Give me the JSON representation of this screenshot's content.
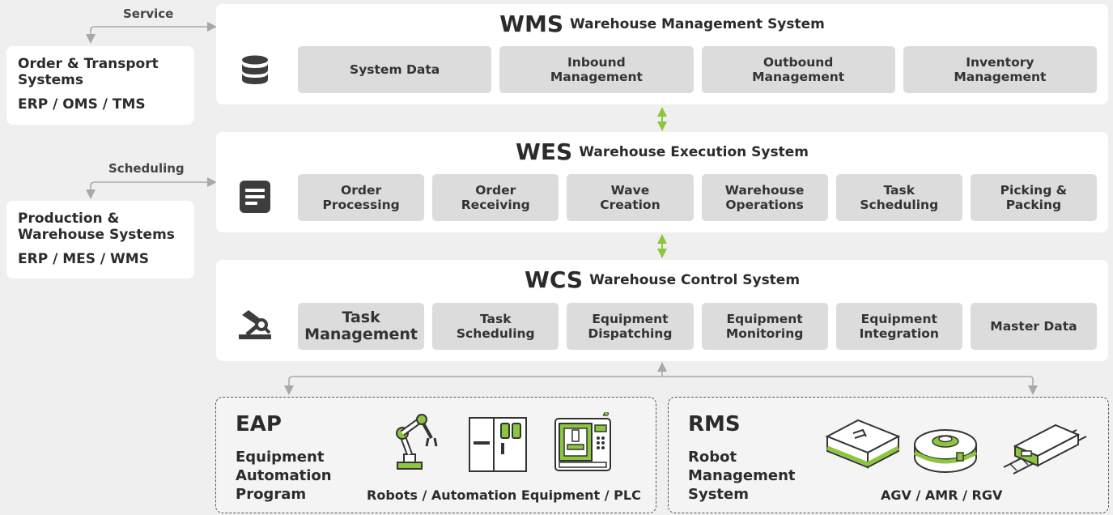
{
  "left": {
    "service_label": "Service",
    "scheduling_label": "Scheduling",
    "box1": {
      "title": "Order & Transport\nSystems",
      "subtitle": "ERP / OMS / TMS"
    },
    "box2": {
      "title": "Production &\nWarehouse Systems",
      "subtitle": "ERP / MES / WMS"
    }
  },
  "wms": {
    "abbr": "WMS",
    "full": "Warehouse Management System",
    "icon": "database-icon",
    "modules": [
      "System Data",
      "Inbound\nManagement",
      "Outbound\nManagement",
      "Inventory\nManagement"
    ]
  },
  "wes": {
    "abbr": "WES",
    "full": "Warehouse Execution System",
    "icon": "document-icon",
    "modules": [
      "Order\nProcessing",
      "Order\nReceiving",
      "Wave\nCreation",
      "Warehouse\nOperations",
      "Task\nScheduling",
      "Picking &\nPacking"
    ]
  },
  "wcs": {
    "abbr": "WCS",
    "full": "Warehouse Control System",
    "icon": "robot-arm-icon",
    "modules": [
      "Task\nManagement",
      "Task\nScheduling",
      "Equipment\nDispatching",
      "Equipment\nMonitoring",
      "Equipment\nIntegration",
      "Master Data"
    ]
  },
  "eap": {
    "abbr": "EAP",
    "full": "Equipment\nAutomation\nProgram",
    "caption": "Robots / Automation Equipment / PLC",
    "icons": [
      "robot-arm-icon",
      "plc-cabinet-icon",
      "cnc-machine-icon"
    ]
  },
  "rms": {
    "abbr": "RMS",
    "full": "Robot\nManagement\nSystem",
    "caption": "AGV / AMR / RGV",
    "icons": [
      "agv-icon",
      "amr-icon",
      "rgv-icon"
    ]
  },
  "colors": {
    "accent_green": "#8cc63f",
    "module_gray": "#dcdcdc",
    "panel_white": "#ffffff",
    "background": "#efefef",
    "connector_gray": "#a8a8a8"
  }
}
